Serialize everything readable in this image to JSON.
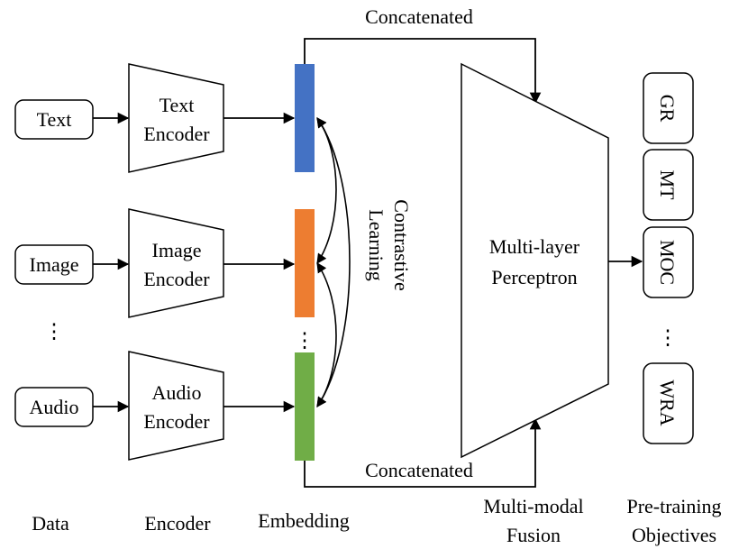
{
  "inputs": {
    "text": "Text",
    "image": "Image",
    "audio": "Audio",
    "ellipsis": "⋮"
  },
  "encoders": {
    "text": {
      "line1": "Text",
      "line2": "Encoder"
    },
    "image": {
      "line1": "Image",
      "line2": "Encoder"
    },
    "audio": {
      "line1": "Audio",
      "line2": "Encoder"
    }
  },
  "embedding_colors": {
    "text": "#4472c4",
    "image": "#ed7d31",
    "audio": "#70ad47"
  },
  "contrastive": {
    "line1": "Contrastive",
    "line2": "Learning"
  },
  "concat_top": "Concatenated",
  "concat_bottom": "Concatenated",
  "mlp": {
    "line1": "Multi-layer",
    "line2": "Perceptron"
  },
  "objectives": [
    "GR",
    "MT",
    "MOC",
    "WRA"
  ],
  "captions": {
    "data": "Data",
    "encoder": "Encoder",
    "embedding": "Embedding",
    "fusion_line1": "Multi-modal",
    "fusion_line2": "Fusion",
    "objectives_line1": "Pre-training",
    "objectives_line2": "Objectives"
  }
}
